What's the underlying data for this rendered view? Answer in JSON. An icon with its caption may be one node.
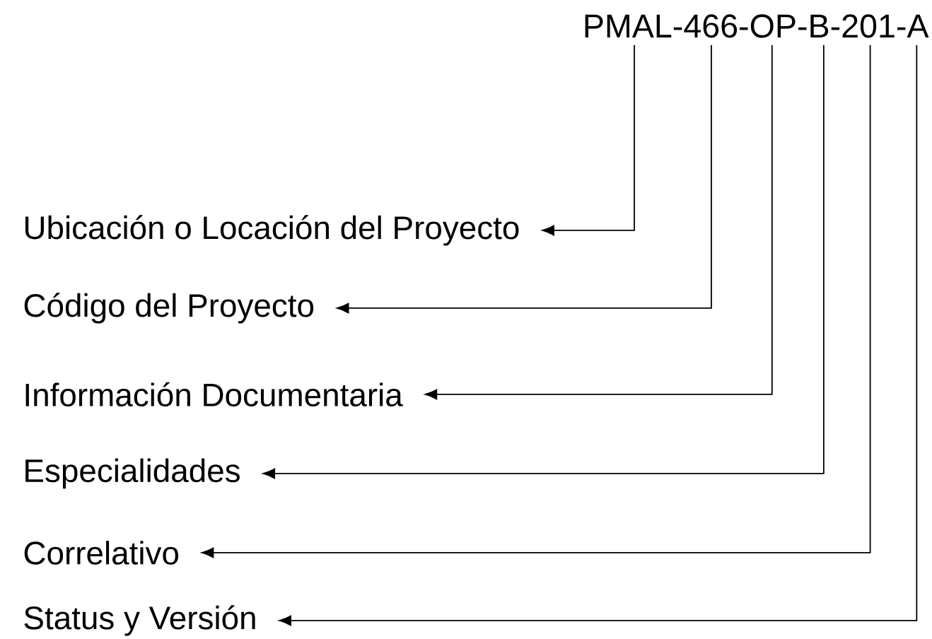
{
  "diagram": {
    "nodes": [
      {
        "text": [
          "PMAL-466-OP-B-201-A"
        ]
      },
      {
        "text": [
          "Ubicación o Locación del Proyecto"
        ]
      },
      {
        "text": [
          "Código del Proyecto"
        ]
      },
      {
        "text": [
          "Información Documentaria"
        ]
      },
      {
        "text": [
          "Especialidades"
        ]
      },
      {
        "text": [
          "Correlativo"
        ]
      },
      {
        "text": [
          "Status y Versión"
        ]
      }
    ],
    "edges": [
      {
        "from": 0,
        "to": 1,
        "arrow": "to"
      },
      {
        "from": 0,
        "to": 2,
        "arrow": "to"
      },
      {
        "from": 0,
        "to": 3,
        "arrow": "to"
      },
      {
        "from": 0,
        "to": 4,
        "arrow": "to"
      },
      {
        "from": 0,
        "to": 5,
        "arrow": "to"
      },
      {
        "from": 0,
        "to": 6,
        "arrow": "to"
      }
    ]
  }
}
